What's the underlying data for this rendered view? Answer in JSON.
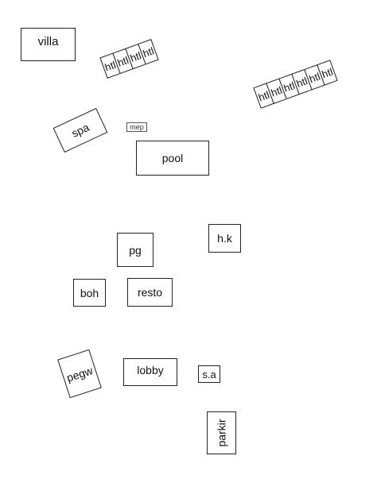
{
  "diagram": {
    "villa": "villa",
    "htl_strip_1": [
      "htl",
      "htl",
      "htl",
      "htl"
    ],
    "htl_strip_2": [
      "htl",
      "htl",
      "htl",
      "htl",
      "htl",
      "htl"
    ],
    "spa": "spa",
    "mep": "mep",
    "pool": "pool",
    "hk": "h.k",
    "pg": "pg",
    "boh": "boh",
    "resto": "resto",
    "pegw": "pegw",
    "lobby": "lobby",
    "sa": "s.a",
    "parkir": "parkir"
  }
}
